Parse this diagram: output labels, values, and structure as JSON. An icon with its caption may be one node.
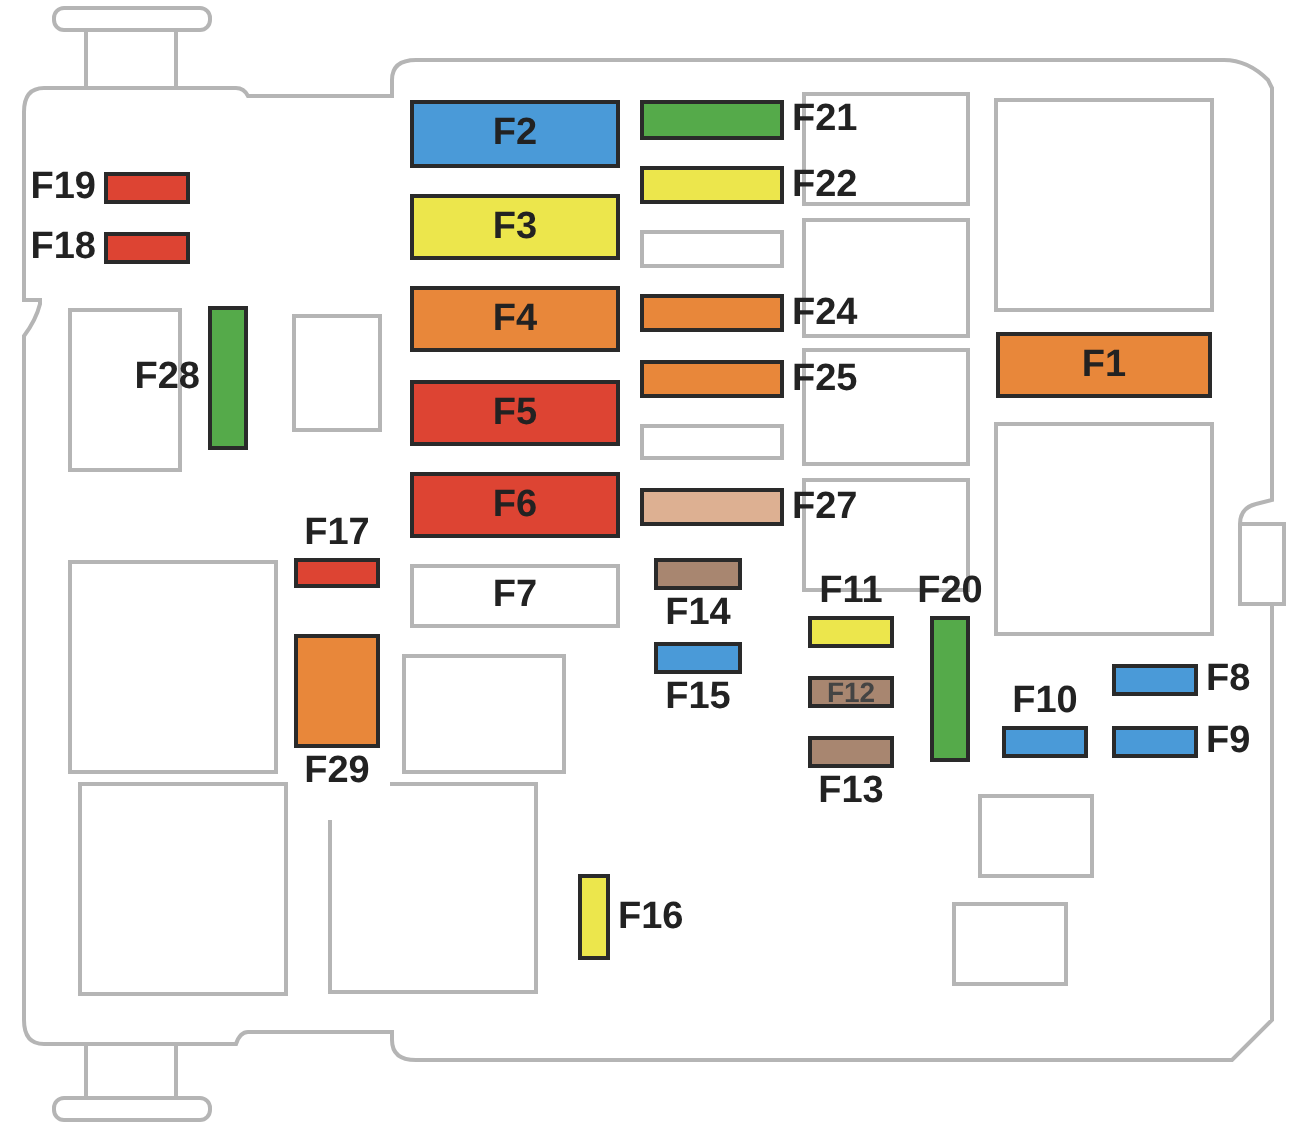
{
  "diagram": {
    "nodes": [
      {
        "text": [
          "F2"
        ]
      },
      {
        "text": [
          "F21"
        ]
      },
      {
        "text": [
          "F19"
        ]
      },
      {
        "text": [
          "F22"
        ]
      },
      {
        "text": [
          "F3"
        ]
      },
      {
        "text": [
          "F18"
        ]
      },
      {
        "text": [],
        "shape": "box"
      },
      {
        "text": [
          "F24"
        ]
      },
      {
        "text": [
          "F4"
        ]
      },
      {
        "text": [
          "F1"
        ]
      },
      {
        "text": [
          "F28"
        ]
      },
      {
        "text": [
          "F25"
        ]
      },
      {
        "text": [
          "F5"
        ]
      },
      {
        "text": [],
        "shape": "box"
      },
      {
        "text": [
          "F6"
        ]
      },
      {
        "text": [
          "F27"
        ]
      },
      {
        "text": [
          "F17"
        ]
      },
      {
        "text": [
          "F14"
        ]
      },
      {
        "text": [
          "F7"
        ]
      },
      {
        "text": [
          "F11"
        ]
      },
      {
        "text": [
          "F20"
        ]
      },
      {
        "text": [
          "F15"
        ]
      },
      {
        "text": [
          "F12"
        ]
      },
      {
        "text": [
          "F8"
        ]
      },
      {
        "text": [
          "F10"
        ]
      },
      {
        "text": [
          "F9"
        ]
      },
      {
        "text": [
          "F29"
        ]
      },
      {
        "text": [
          "F13"
        ]
      },
      {
        "text": [
          "F16"
        ]
      }
    ]
  }
}
